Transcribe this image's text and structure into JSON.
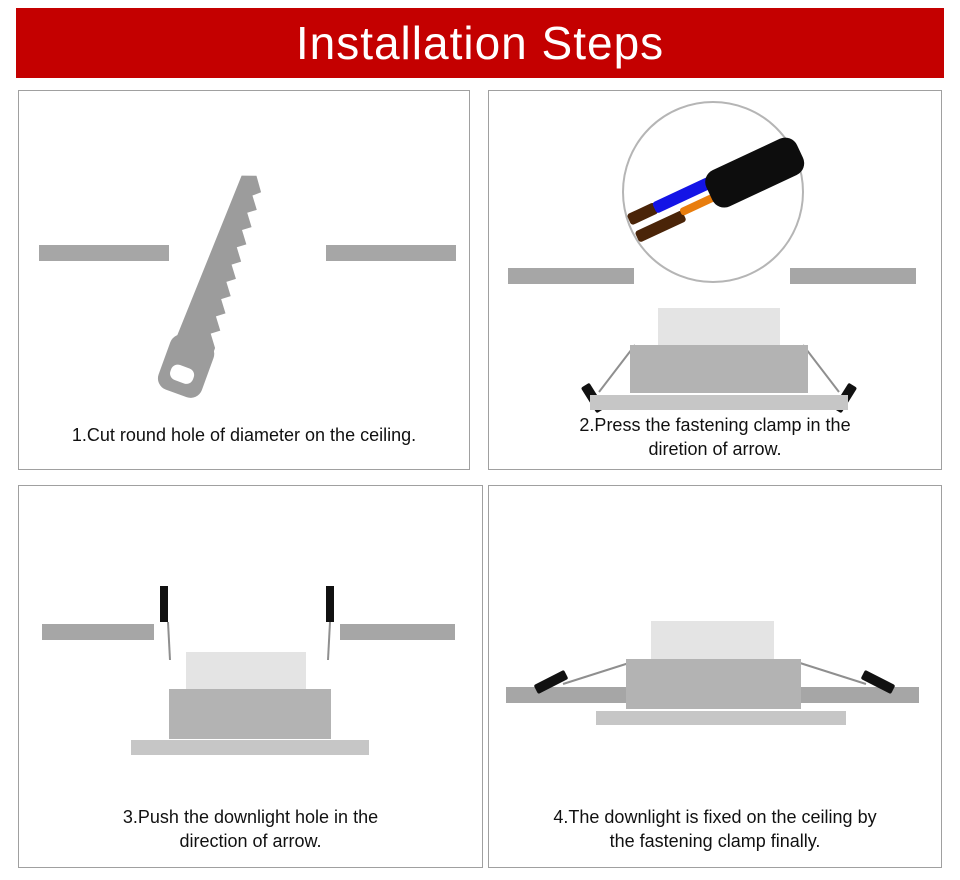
{
  "banner": {
    "title": "Installation Steps"
  },
  "panels": {
    "step1": {
      "caption_line1": "1.Cut round hole of diameter on the ceiling.",
      "caption_line2": ""
    },
    "step2": {
      "caption_line1": "2.Press the fastening clamp in the",
      "caption_line2": "diretion of arrow."
    },
    "step3": {
      "caption_line1": "3.Push the downlight hole in the",
      "caption_line2": "direction of arrow."
    },
    "step4": {
      "caption_line1": "4.The downlight is fixed on the ceiling by",
      "caption_line2": "the fastening clamp finally."
    }
  },
  "icons": {
    "panel1": "saw-icon",
    "panel2": "wire-cable-magnifier-icon",
    "panel3": "downlight-clamps-up-icon",
    "panel4": "downlight-installed-icon"
  },
  "colors": {
    "banner_bg": "#c40000",
    "banner_text": "#ffffff",
    "ceiling_gray": "#a6a6a6",
    "lamp_body_gray": "#b3b3b3",
    "lamp_top_gray": "#e4e4e4",
    "flange_gray": "#c6c6c6",
    "saw_gray": "#9c9c9c",
    "clamp_black": "#111111",
    "wire_blue": "#1414e6",
    "wire_brown": "#4a2408",
    "wire_orange": "#e87d0d"
  }
}
